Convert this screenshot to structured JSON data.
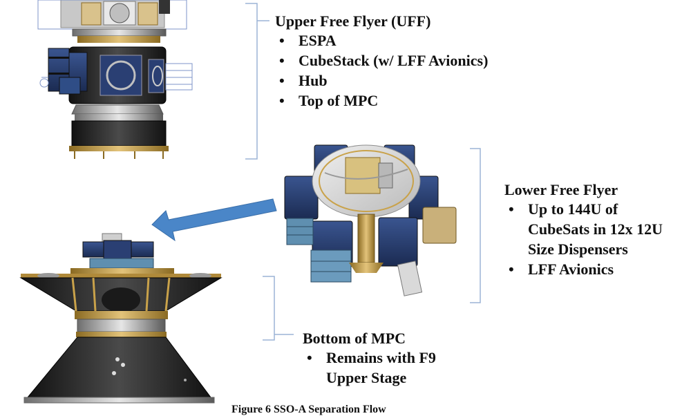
{
  "upper_free_flyer": {
    "title": "Upper Free Flyer (UFF)",
    "items": [
      "ESPA",
      "CubeStack (w/ LFF Avionics)",
      "Hub",
      "Top of MPC"
    ]
  },
  "lower_free_flyer": {
    "title": "Lower Free Flyer",
    "items": [
      "Up to 144U of CubeSats in 12x 12U Size Dispensers",
      "LFF Avionics"
    ]
  },
  "bottom_mpc": {
    "title": "Bottom of MPC",
    "items": [
      "Remains with F9 Upper Stage"
    ]
  },
  "figure": {
    "caption": "Figure 6 SSO-A Separation Flow"
  },
  "colors": {
    "arrow": "#4a86c8",
    "bracket": "#9bb3d6",
    "solar_panel": "#243a6b",
    "gold": "#c9a24a",
    "dark_body": "#2b2b2b"
  }
}
